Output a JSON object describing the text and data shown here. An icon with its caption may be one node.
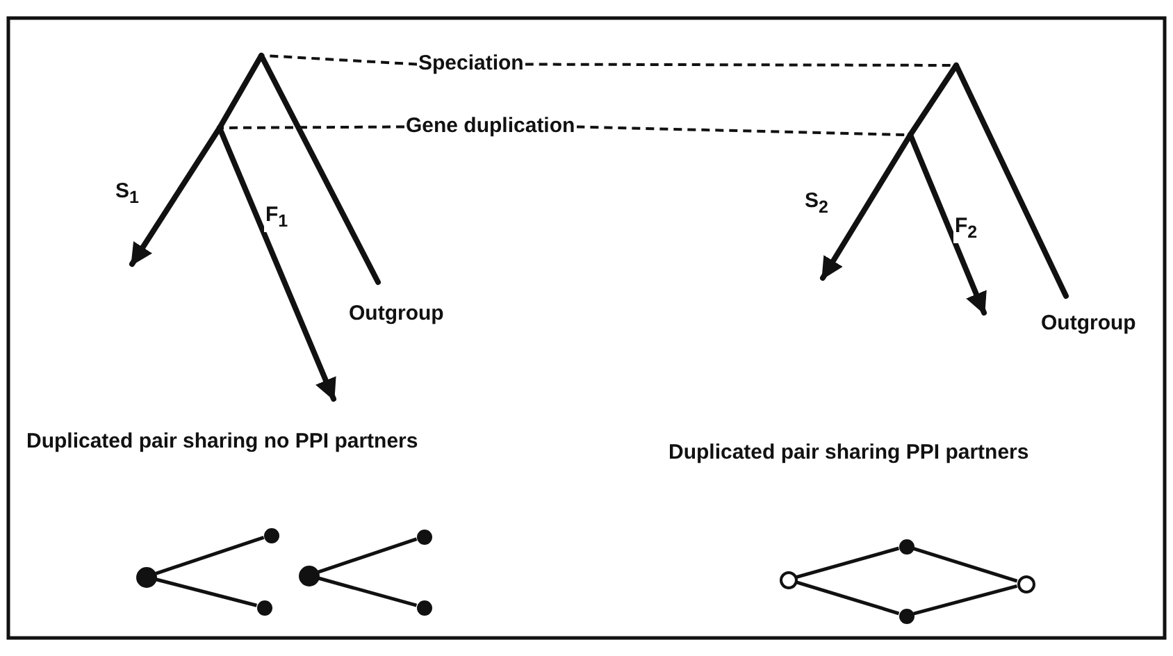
{
  "diagram": {
    "nodes": [
      {
        "text": [
          "Speciation"
        ]
      },
      {
        "text": [
          "Gene duplication"
        ]
      },
      {
        "text": [],
        "shape": "picture"
      },
      {
        "text": [],
        "shape": "picture"
      },
      {
        "text": [
          "Outgroup"
        ]
      },
      {
        "text": [
          "Outgroup"
        ]
      },
      {
        "text": [],
        "shape": "circle"
      },
      {
        "text": [],
        "shape": "circle"
      },
      {
        "text": [],
        "shape": "circle"
      },
      {
        "text": [],
        "shape": "circle"
      },
      {
        "text": [],
        "shape": "circle"
      },
      {
        "text": [],
        "shape": "circle"
      },
      {
        "text": [],
        "shape": "circle"
      },
      {
        "text": [],
        "shape": "circle"
      },
      {
        "text": [],
        "shape": "circle"
      },
      {
        "text": [],
        "shape": "circle"
      }
    ],
    "edges": [
      {
        "from": 0,
        "to": 2,
        "arrow": "none",
        "style": "dashed"
      },
      {
        "from": 0,
        "to": 3,
        "arrow": "none",
        "style": "dashed"
      },
      {
        "from": 1,
        "to": 2,
        "arrow": "none",
        "style": "dashed"
      },
      {
        "from": 1,
        "to": 3,
        "arrow": "none",
        "style": "dashed"
      },
      {
        "from": 6,
        "to": 7,
        "arrow": "none"
      },
      {
        "from": 6,
        "to": 8,
        "arrow": "none"
      },
      {
        "from": 9,
        "to": 10,
        "arrow": "none"
      },
      {
        "from": 9,
        "to": 11,
        "arrow": "none"
      },
      {
        "from": 12,
        "to": 13,
        "arrow": "none"
      },
      {
        "from": 12,
        "to": 14,
        "arrow": "none"
      },
      {
        "from": 13,
        "to": 15,
        "arrow": "none"
      },
      {
        "from": 14,
        "to": 15,
        "arrow": "none"
      }
    ],
    "labels": [
      "S$_{1}$",
      "S$_{2}$",
      "F$_{1}$",
      "F$_{2}$",
      "Duplicated pair sharing no PPI partners",
      "Duplicated pair sharing PPI partners"
    ]
  }
}
